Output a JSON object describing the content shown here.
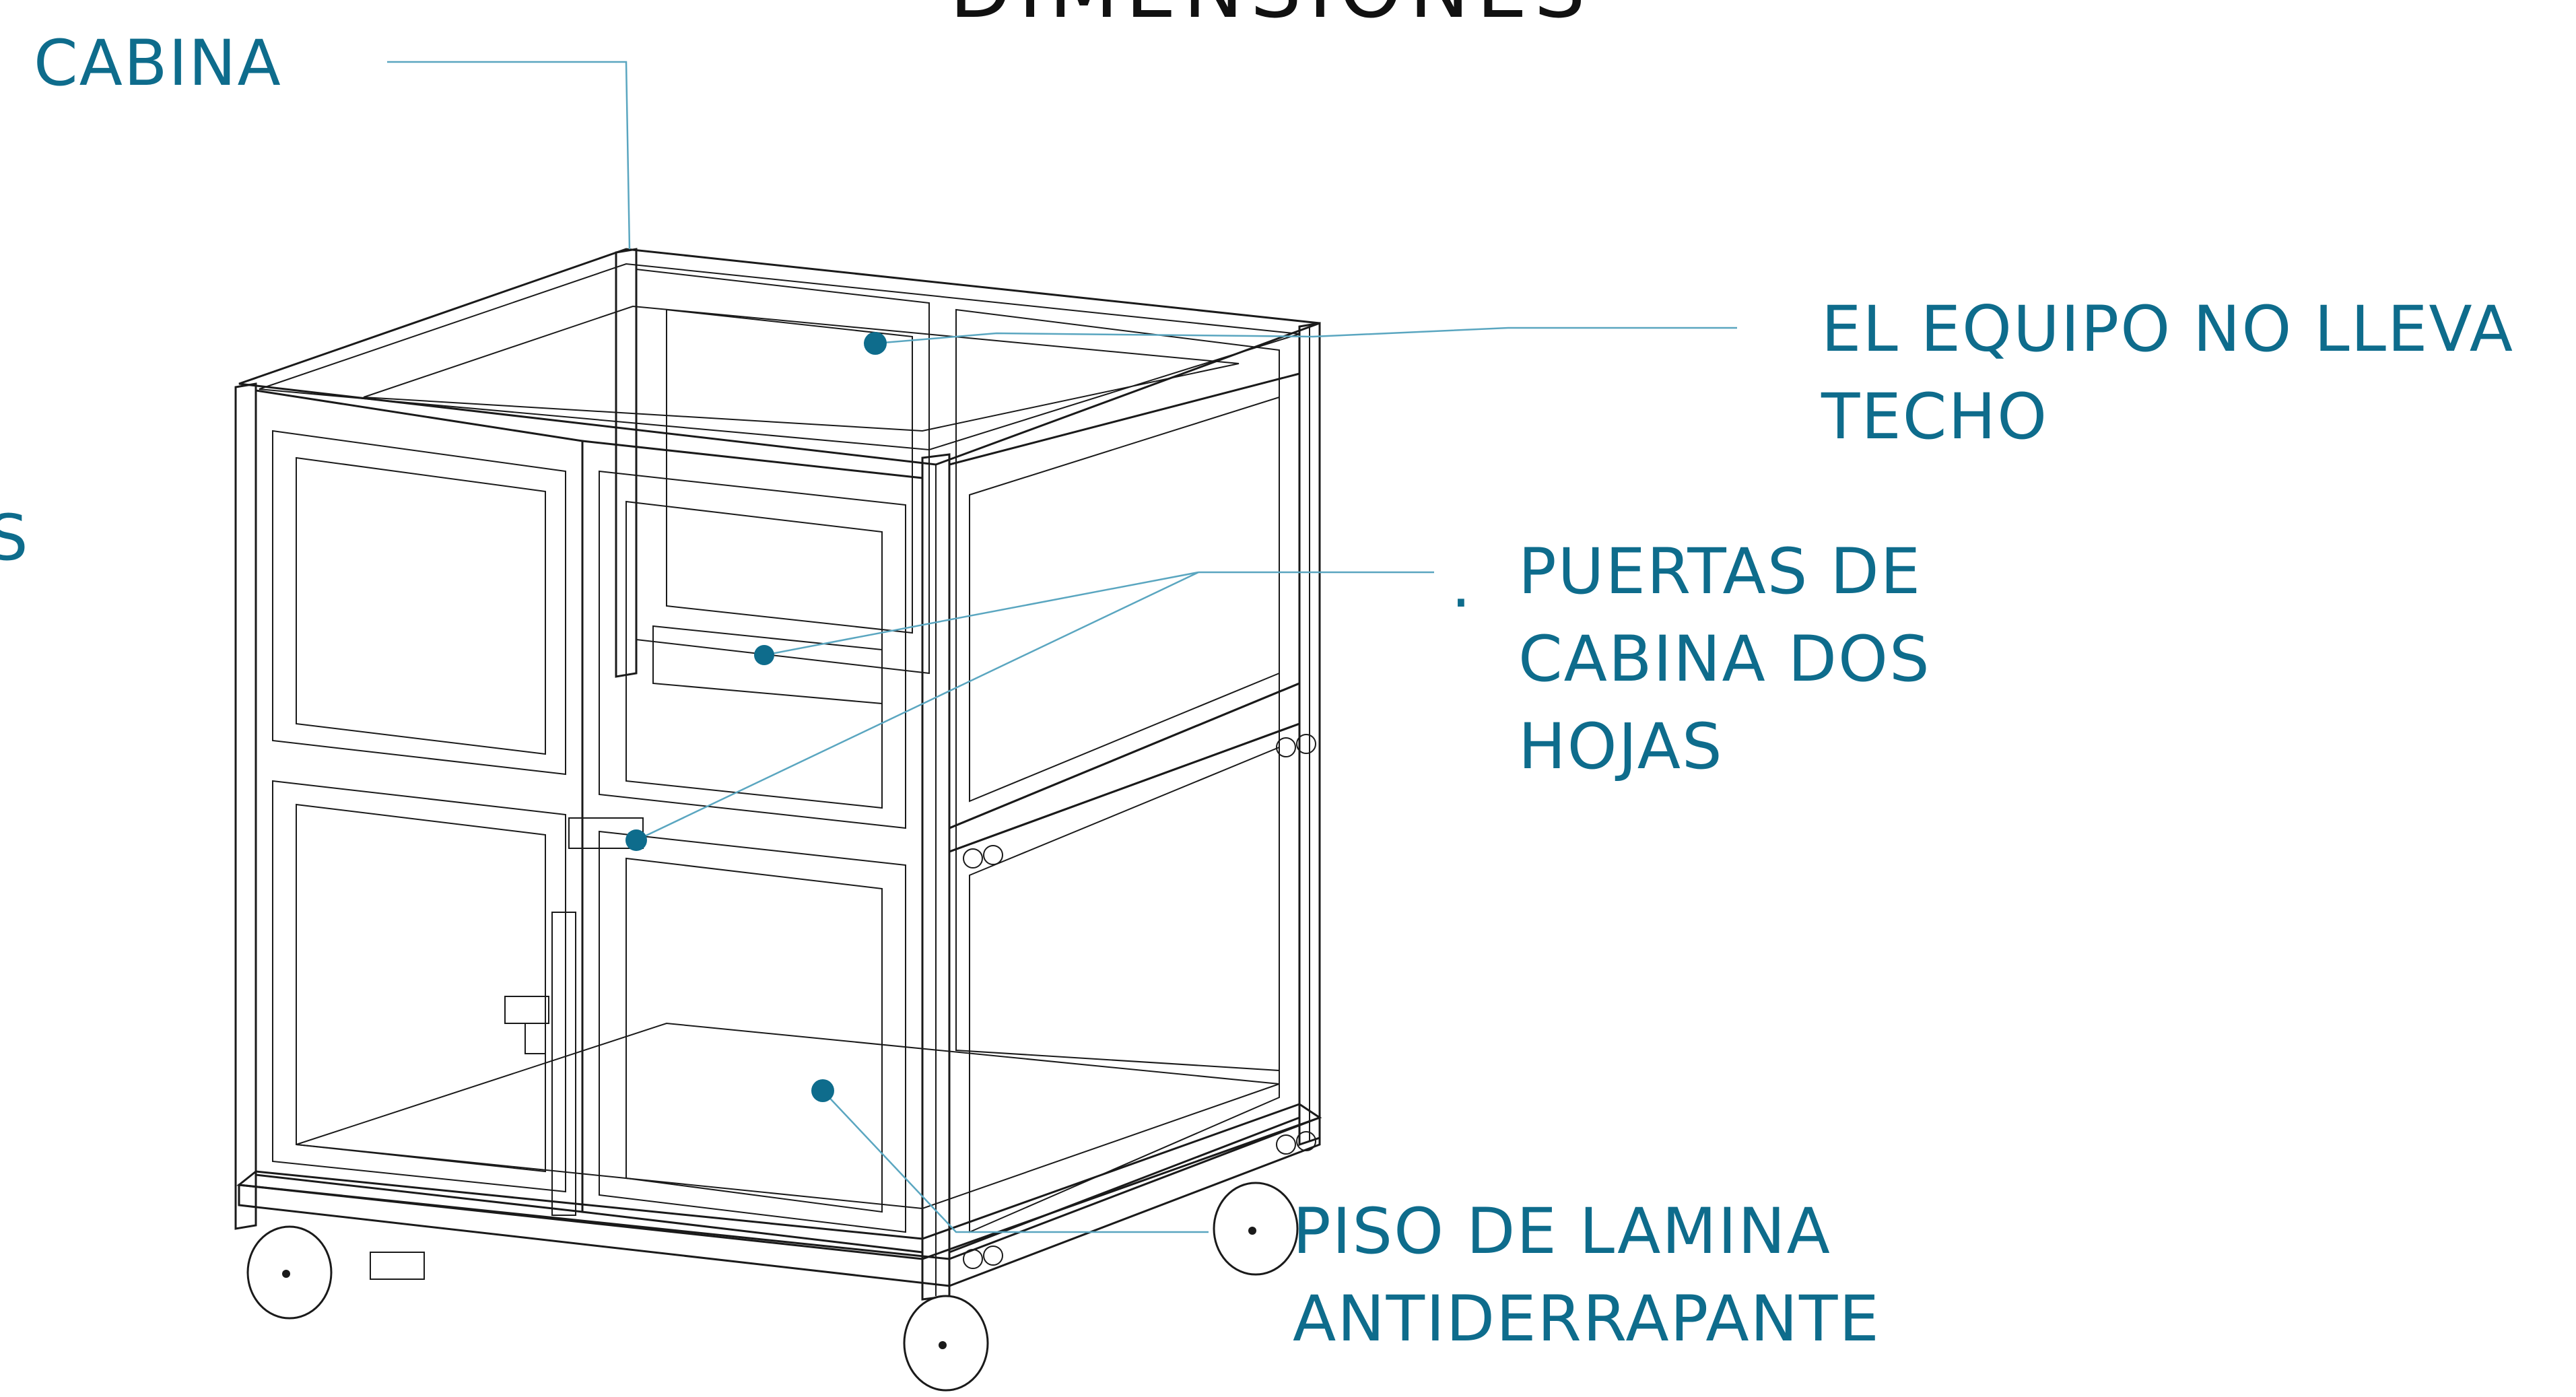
{
  "title": "DIMENSIONES",
  "labels": {
    "cabina": "CABINA",
    "left_fragment": "S",
    "techo_line1": "EL EQUIPO NO LLEVA",
    "techo_line2": "TECHO",
    "puertas_bullet": ".",
    "puertas_line1": "PUERTAS DE",
    "puertas_line2": "CABINA DOS",
    "puertas_line3": "HOJAS",
    "piso_line1": "PISO DE LAMINA",
    "piso_line2": "ANTIDERRAPANTE"
  },
  "colors": {
    "label": "#0e6c8c",
    "leader": "#5aa6c0",
    "drawing": "#1a1a1a"
  }
}
